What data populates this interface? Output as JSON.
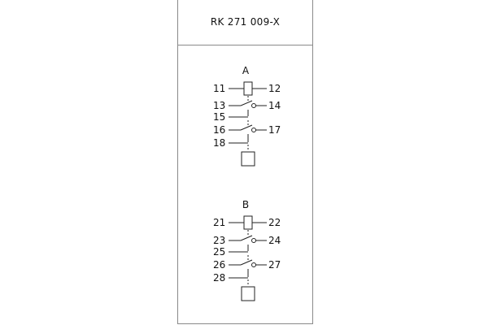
{
  "part_number": "RK 271 009-X",
  "groups": [
    {
      "label": "A",
      "coil": {
        "left": "11",
        "right": "12"
      },
      "contact_1": {
        "common": "13",
        "no": "14",
        "nc": "15"
      },
      "contact_2": {
        "common": "16",
        "no": "17",
        "nc": "18"
      }
    },
    {
      "label": "B",
      "coil": {
        "left": "21",
        "right": "22"
      },
      "contact_1": {
        "common": "23",
        "no": "24",
        "nc": "25"
      },
      "contact_2": {
        "common": "26",
        "no": "27",
        "nc": "28"
      }
    }
  ]
}
